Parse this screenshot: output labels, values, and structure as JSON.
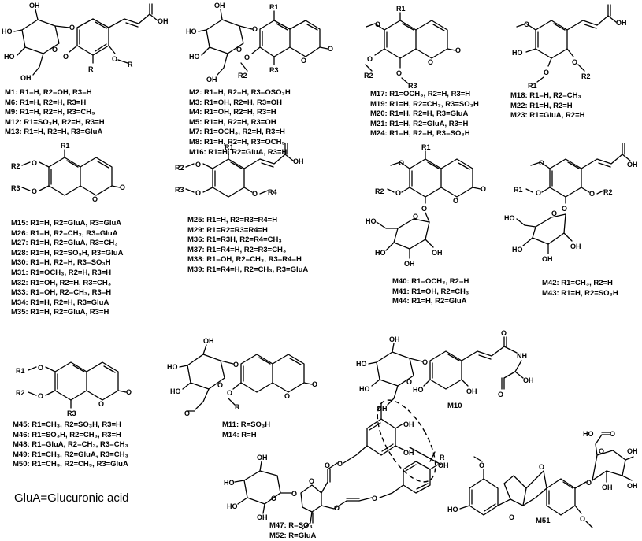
{
  "compound_groups": [
    {
      "id": "group-1",
      "lines": [
        "M1: R1=H, R2=OH, R3=H",
        "M6: R1=H, R2=H, R3=H",
        "M9: R1=H, R2=H, R3=CH₃",
        "M12: R1=SO₃H, R2=H, R3=H",
        "M13: R1=H, R2=H, R3=GluA"
      ]
    },
    {
      "id": "group-2",
      "lines": [
        "M2: R1=H, R2=H, R3=OSO₃H",
        "M3: R1=OH, R2=H, R3=OH",
        "M4: R1=OH, R2=H, R3=H",
        "M5: R1=H, R2=H, R3=OH",
        "M7: R1=OCH₃, R2=H, R3=H",
        "M8: R1=H, R2=H, R3=OCH₃",
        "M16: R1=H, R2=GluA, R3=H"
      ]
    },
    {
      "id": "group-3",
      "lines": [
        "M17: R1=OCH₃, R2=H, R3=H",
        "M19: R1=H, R2=CH₃, R3=SO₃H",
        "M20: R1=H, R2=H, R3=GluA",
        "M21: R1=H, R2=GluA, R3=H",
        "M24: R1=H, R2=H, R3=SO₃H"
      ]
    },
    {
      "id": "group-4",
      "lines": [
        "M18: R1=H, R2=CH₃",
        "M22: R1=H, R2=H",
        "M23: R1=GluA, R2=H"
      ]
    },
    {
      "id": "group-5",
      "lines": [
        "M15: R1=H, R2=GluA, R3=GluA",
        "M26: R1=H, R2=CH₃, R3=GluA",
        "M27: R1=H, R2=GluA, R3=CH₃",
        "M28: R1=H, R2=SO₃H, R3=GluA",
        "M30: R1=H, R2=H, R3=SO₃H",
        "M31: R1=OCH₃, R2=H, R3=H",
        "M32: R1=OH, R2=H, R3=CH₃",
        "M33: R1=OH, R2=CH₃, R3=H",
        "M34: R1=H, R2=H, R3=GluA",
        "M35: R1=H, R2=GluA, R3=H"
      ]
    },
    {
      "id": "group-6",
      "lines": [
        "M25: R1=H, R2=R3=R4=H",
        "M29: R1=R2=R3=R4=H",
        "M36: R1=R3H, R2=R4=CH₃",
        "M37: R1=R4=H, R2=R3=CH₃",
        "M38: R1=OH, R2=CH₃, R3=R4=H",
        "M39: R1=R4=H, R2=CH₃, R3=GluA"
      ]
    },
    {
      "id": "group-7",
      "lines": [
        "M40: R1=OCH₃, R2=H",
        "M41: R1=OH, R2=CH₃",
        "M44: R1=H, R2=GluA"
      ]
    },
    {
      "id": "group-8",
      "lines": [
        "M42: R1=CH₃, R2=H",
        "M43: R1=H, R2=SO₃H"
      ]
    },
    {
      "id": "group-9",
      "lines": [
        "M45: R1=CH₃, R2=SO₃H, R3=H",
        "M46: R1=SO₃H, R2=CH₃, R3=H",
        "M48: R1=GluA, R2=CH₃, R3=CH₃",
        "M49: R1=CH₃, R2=GluA, R3=CH₃",
        "M50: R1=CH₃, R2=CH₃, R3=GluA"
      ]
    },
    {
      "id": "group-10",
      "lines": [
        "M11: R=SO₃H",
        "M14: R=H"
      ]
    },
    {
      "id": "group-11",
      "lines": [
        "M47: R=SO₃",
        "M52: R=GluA"
      ]
    }
  ],
  "single_labels": {
    "m10": "M10",
    "m51": "M51"
  },
  "legend": {
    "glua": "GluA=Glucuronic acid"
  }
}
